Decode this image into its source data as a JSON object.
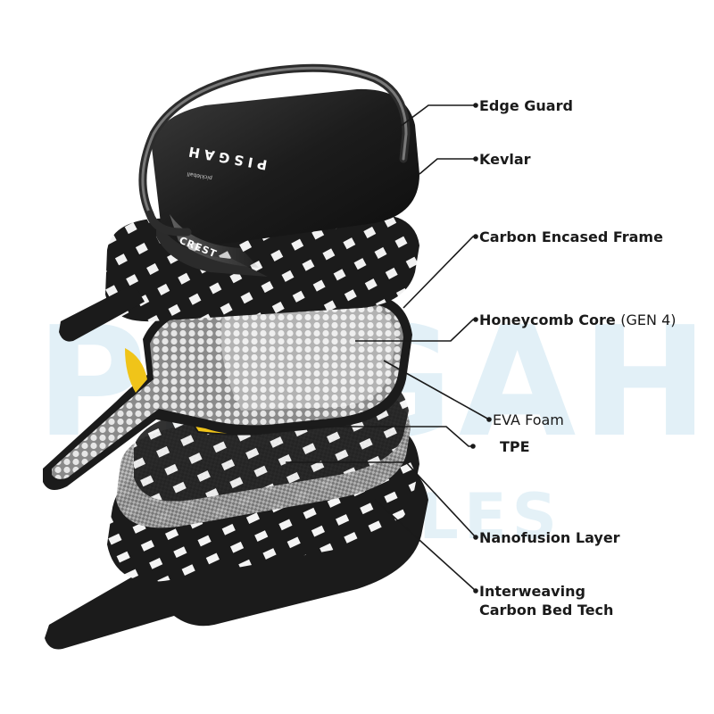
{
  "labels": {
    "edge_guard": "Edge Guard",
    "kevlar": "Kevlar",
    "carbon_frame": "Carbon Encased Frame",
    "honeycomb": "Honeycomb Core",
    "honeycomb_gen": "(GEN 4)",
    "eva_foam": "EVA Foam",
    "tpe": "TPE",
    "nanofusion": "Nanofusion Layer",
    "interweaving_1": "Interweaving",
    "interweaving_2": "Carbon Bed Tech"
  },
  "paddle_text": {
    "brand": "PISGAH",
    "model": "CREST",
    "small": "pickleball"
  },
  "watermark": {
    "big": "PISGAH",
    "small": "PADDLES"
  },
  "colors": {
    "paddle_black": "#1b1b1b",
    "carbon_white": "#f2f2f2",
    "honeycomb": "#cfcfcf",
    "foam_yellow": "#f0c419",
    "watermark": "#d9ecf5"
  }
}
